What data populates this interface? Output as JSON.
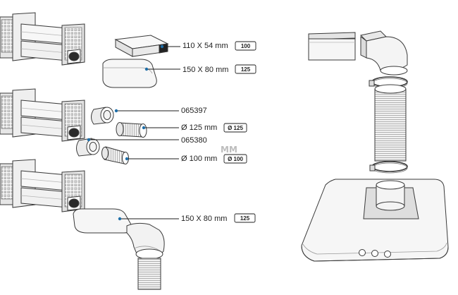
{
  "labels": {
    "rect_small": {
      "dims": "110 X 54 mm",
      "badge": "100"
    },
    "rect_large_top": {
      "dims": "150 X 80 mm",
      "badge": "125"
    },
    "part_a": {
      "code": "065397"
    },
    "round_125": {
      "dims": "Ø 125 mm",
      "badge": "Ø 125"
    },
    "part_b": {
      "code": "065380"
    },
    "round_100": {
      "dims": "Ø 100 mm",
      "badge": "Ø 100"
    },
    "watermark": "MM",
    "rect_large_bottom": {
      "dims": "150 X 80 mm",
      "badge": "125"
    }
  },
  "colors": {
    "outline": "#3a3a3a",
    "fill": "#f4f4f4",
    "shade": "#d6d6d6",
    "leader": "#1e1e1e",
    "dot": "#1f6fa8"
  }
}
